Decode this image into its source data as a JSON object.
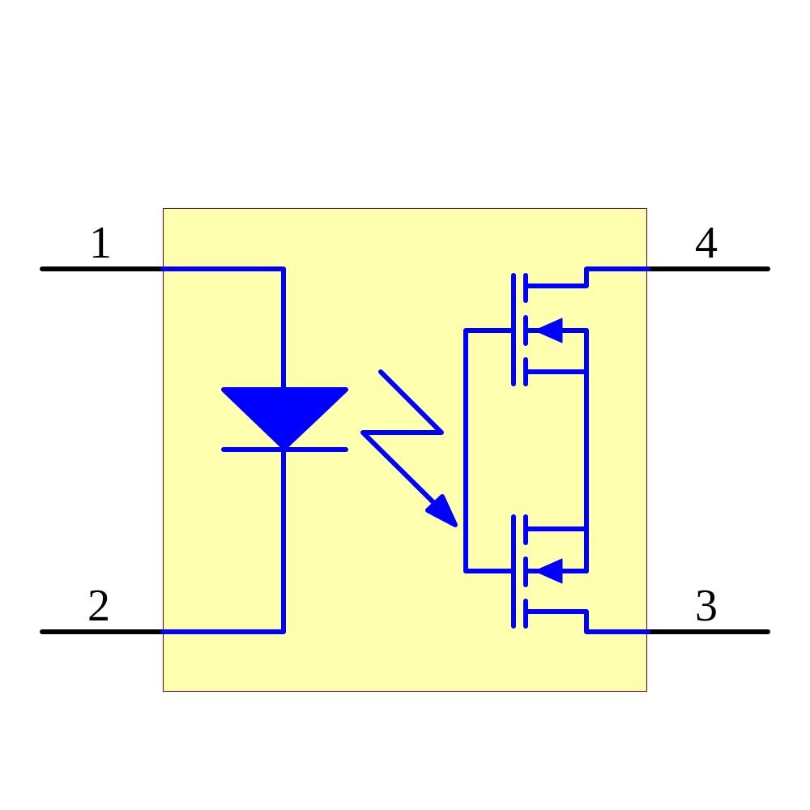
{
  "component": {
    "kind": "photo-MOSFET optocoupler (LED input, dual MOSFET output)",
    "pins": [
      {
        "number": "1",
        "label": "1"
      },
      {
        "number": "2",
        "label": "2"
      },
      {
        "number": "3",
        "label": "3"
      },
      {
        "number": "4",
        "label": "4"
      }
    ]
  },
  "colors": {
    "body_fill": "#FFFFB0",
    "body_border": "#800000",
    "wire": "#0000FF",
    "pin_lead": "#000000",
    "background": "#FFFFFF"
  }
}
